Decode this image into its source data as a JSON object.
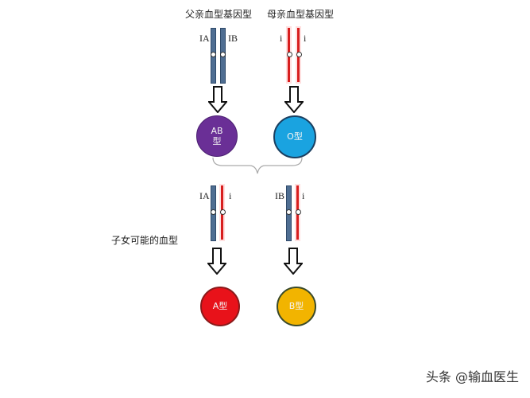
{
  "parents": {
    "father": {
      "title": "父亲血型基因型",
      "alleles": [
        "IA",
        "IB"
      ],
      "phenotype": "AB\n型",
      "color": "#6a2f96"
    },
    "mother": {
      "title": "母亲血型基因型",
      "alleles": [
        "i",
        "i"
      ],
      "phenotype": "O型",
      "color": "#1aa3e0"
    }
  },
  "offspring": {
    "label": "子女可能的血型",
    "left": {
      "alleles": [
        "IA",
        "i"
      ],
      "phenotype": "A型",
      "color": "#e8121a"
    },
    "right": {
      "alleles": [
        "IB",
        "i"
      ],
      "phenotype": "B型",
      "color": "#f2b400"
    }
  },
  "watermark": "头条 @输血医生"
}
